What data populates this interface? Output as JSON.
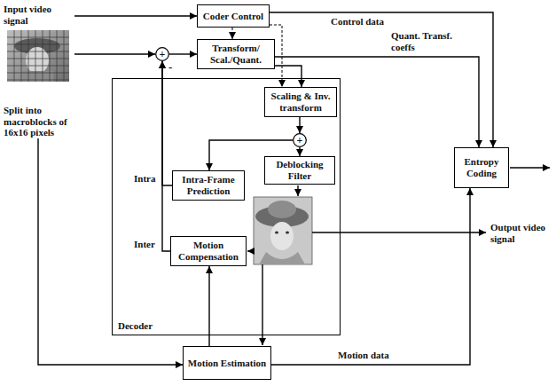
{
  "diagram": {
    "nodes": [
      {
        "text": [
          "Input video signal",
          "Split into macroblocks of 16x16 pixels"
        ]
      },
      {
        "text": [
          "Coder Control"
        ]
      },
      {
        "text": [
          "+"
        ]
      },
      {
        "text": [
          "Transform/ Scal./Quant."
        ]
      },
      {
        "text": [
          "Decoder"
        ]
      },
      {
        "text": [
          "Scaling & Inv. transform"
        ],
        "in": 4
      },
      {
        "text": [
          "+"
        ],
        "in": 4
      },
      {
        "text": [
          "Deblocking Filter"
        ],
        "in": 4
      },
      {
        "text": [
          "Intra-Frame Prediction"
        ],
        "in": 4
      },
      {
        "text": [
          "Motion Compensation"
        ],
        "in": 4
      },
      {
        "text": [
          "Entropy Coding"
        ]
      },
      {
        "text": [
          "Motion Estimation"
        ]
      }
    ],
    "edges": [
      {
        "from": 0,
        "to": 1,
        "arrow": "to"
      },
      {
        "from": 0,
        "to": 2,
        "arrow": "to"
      },
      {
        "from": 0,
        "to": 11,
        "arrow": "to"
      },
      {
        "from": 2,
        "to": 3,
        "arrow": "to"
      },
      {
        "from": 1,
        "to": 3,
        "arrow": "to"
      },
      {
        "from": 1,
        "to": 10,
        "label": "Control data",
        "arrow": "to"
      },
      {
        "from": 1,
        "to": 5,
        "arrow": "to"
      },
      {
        "from": 3,
        "to": 5,
        "arrow": "to"
      },
      {
        "from": 3,
        "to": 10,
        "label": "Quant. Transf. coeffs",
        "arrow": "to"
      },
      {
        "from": 5,
        "to": 6,
        "arrow": "to"
      },
      {
        "from": 6,
        "to": 7,
        "arrow": "to"
      },
      {
        "from": 6,
        "to": 8,
        "arrow": "to"
      },
      {
        "from": 8,
        "to": 2,
        "label": "Intra",
        "arrow": "to"
      },
      {
        "from": 9,
        "to": 2,
        "label": "Inter",
        "arrow": "to"
      },
      {
        "from": 11,
        "to": 9,
        "arrow": "to"
      },
      {
        "from": 11,
        "to": 10,
        "label": "Motion data",
        "arrow": "to"
      }
    ],
    "labels": [
      "-",
      "Output video signal"
    ]
  }
}
